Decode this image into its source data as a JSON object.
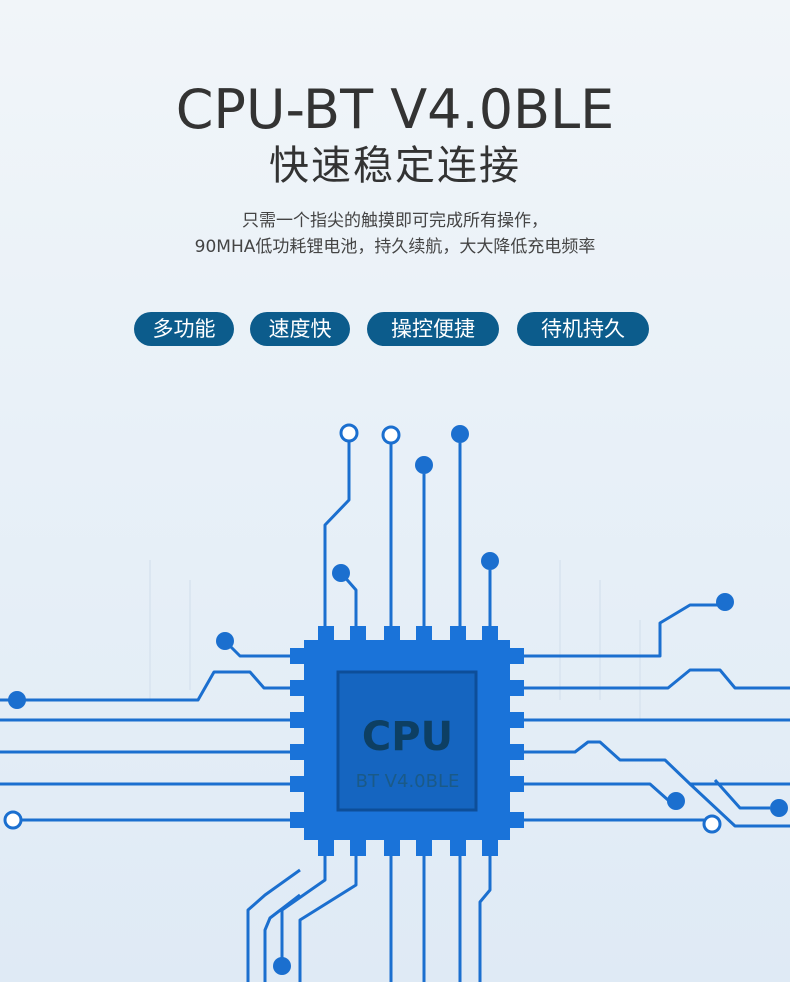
{
  "header": {
    "title": "CPU-BT V4.0BLE",
    "subtitle": "快速稳定连接"
  },
  "description": {
    "line1": "只需一个指尖的触摸即可完成所有操作，",
    "line2": "90MHA低功耗锂电池，持久续航，大大降低充电频率"
  },
  "features": [
    {
      "label": "多功能"
    },
    {
      "label": "速度快"
    },
    {
      "label": "操控便捷"
    },
    {
      "label": "待机持久"
    }
  ],
  "chip": {
    "label": "CPU",
    "sublabel": "BT V4.0BLE"
  },
  "colors": {
    "background": "#e9f1f8",
    "pill": "#0c5c8c",
    "chip": "#1a73d9",
    "trace": "#1b6fcf"
  }
}
